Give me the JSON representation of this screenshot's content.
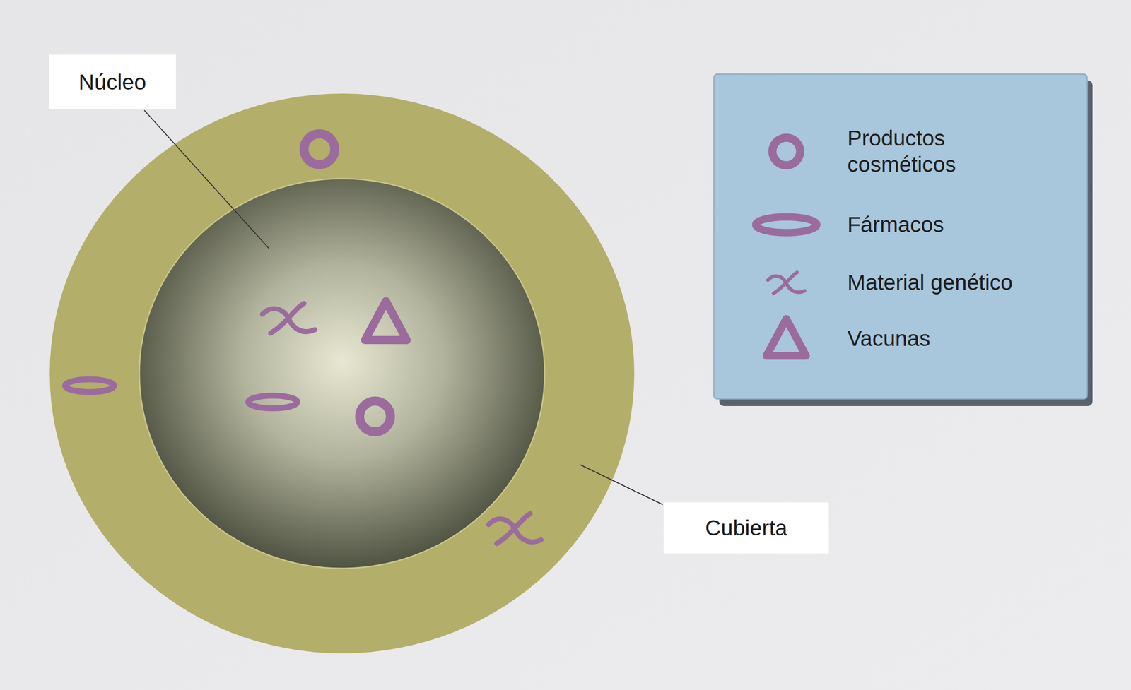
{
  "diagram": {
    "nodes": [
      {
        "text": [
          "Núcleo"
        ]
      },
      {
        "text": [
          "Cubierta"
        ]
      }
    ],
    "legend": [
      {
        "text": "Productos cosméticos"
      },
      {
        "text": "Fármacos"
      },
      {
        "text": "Material genético"
      },
      {
        "text": "Vacunas"
      }
    ]
  }
}
